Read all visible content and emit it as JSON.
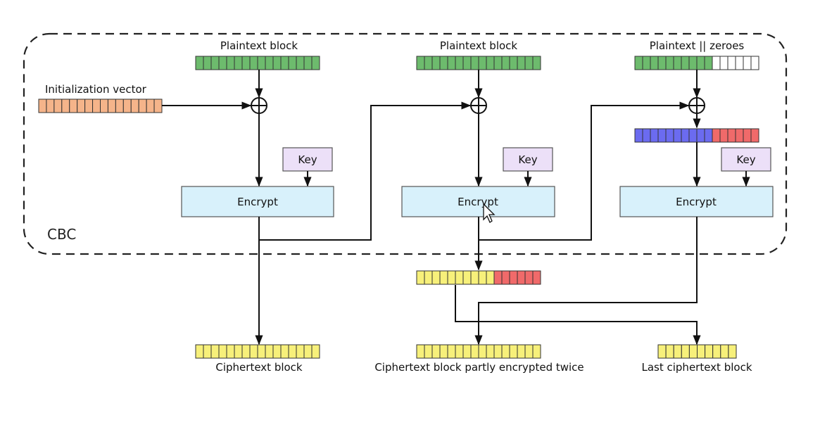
{
  "labels": {
    "plaintext_1": "Plaintext block",
    "plaintext_2": "Plaintext block",
    "plaintext_3": "Plaintext || zeroes",
    "iv": "Initialization vector",
    "key_1": "Key",
    "key_2": "Key",
    "key_3": "Key",
    "encrypt_1": "Encrypt",
    "encrypt_2": "Encrypt",
    "encrypt_3": "Encrypt",
    "mode": "CBC",
    "ciphertext_1": "Ciphertext block",
    "ciphertext_2": "Ciphertext block partly encrypted twice",
    "ciphertext_3": "Last ciphertext block"
  },
  "colors": {
    "plaintext": "#6dbb6d",
    "zero": "#ffffff",
    "iv": "#f5b48a",
    "cipher": "#f7f07a",
    "stolen": "#f06a6a",
    "intermediate": "#6b6bf0",
    "key": "#ece0f8",
    "encrypt": "#d8f1fb"
  },
  "icons": {
    "xor": "xor-icon",
    "pointer": "mouse-pointer-icon"
  }
}
